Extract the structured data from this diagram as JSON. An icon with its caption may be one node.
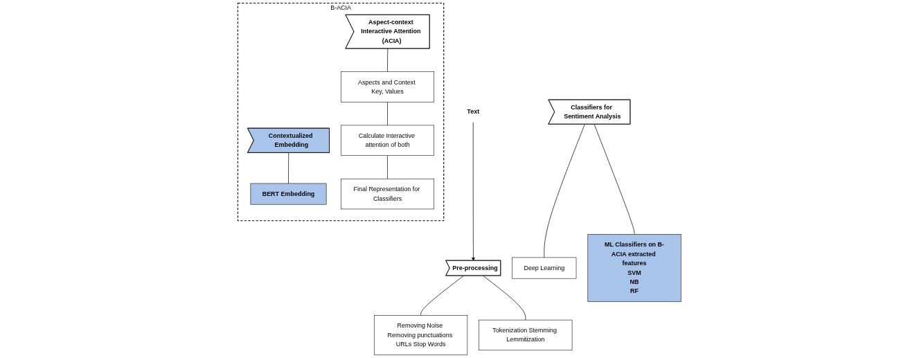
{
  "diagram": {
    "nodes": [
      {
        "text": [
          "Text"
        ]
      },
      {
        "text": [
          "Pre-processing"
        ]
      },
      {
        "text": [
          "Removing Noise Removing punctuations URLs Stop Words"
        ]
      },
      {
        "text": [
          "Tokenization Stemming Lemmitization"
        ]
      },
      {
        "text": [
          "B-ACIA"
        ]
      },
      {
        "text": [
          "Contextualized Embedding"
        ],
        "in": 4
      },
      {
        "text": [
          "Aspect-context Interactive Attention (ACIA)"
        ],
        "in": 4
      },
      {
        "text": [
          "BERT Embedding"
        ],
        "in": 4
      },
      {
        "text": [
          "Aspects and Context Key, Values"
        ],
        "in": 4
      },
      {
        "text": [
          "Calculate Interactive attention of both"
        ],
        "in": 4
      },
      {
        "text": [
          "Final Representation for Classifiers"
        ],
        "in": 4
      },
      {
        "text": [
          "Classifiers for Sentiment Analysis"
        ]
      },
      {
        "text": [
          "Deep Learning"
        ]
      },
      {
        "text": [
          "ML Classifiers on B-ACIA extracted features",
          "SVM",
          "NB",
          "RF"
        ]
      }
    ],
    "edges": [
      {
        "from": 0,
        "to": 1,
        "arrow": "to"
      },
      {
        "from": 1,
        "to": 2,
        "arrow": "none"
      },
      {
        "from": 1,
        "to": 3,
        "arrow": "none"
      },
      {
        "from": 5,
        "to": 7,
        "arrow": "none"
      },
      {
        "from": 6,
        "to": 8,
        "arrow": "none"
      },
      {
        "from": 8,
        "to": 9,
        "arrow": "none"
      },
      {
        "from": 9,
        "to": 10,
        "arrow": "none"
      },
      {
        "from": 11,
        "to": 12,
        "arrow": "none"
      },
      {
        "from": 11,
        "to": 13,
        "arrow": "none"
      }
    ]
  }
}
